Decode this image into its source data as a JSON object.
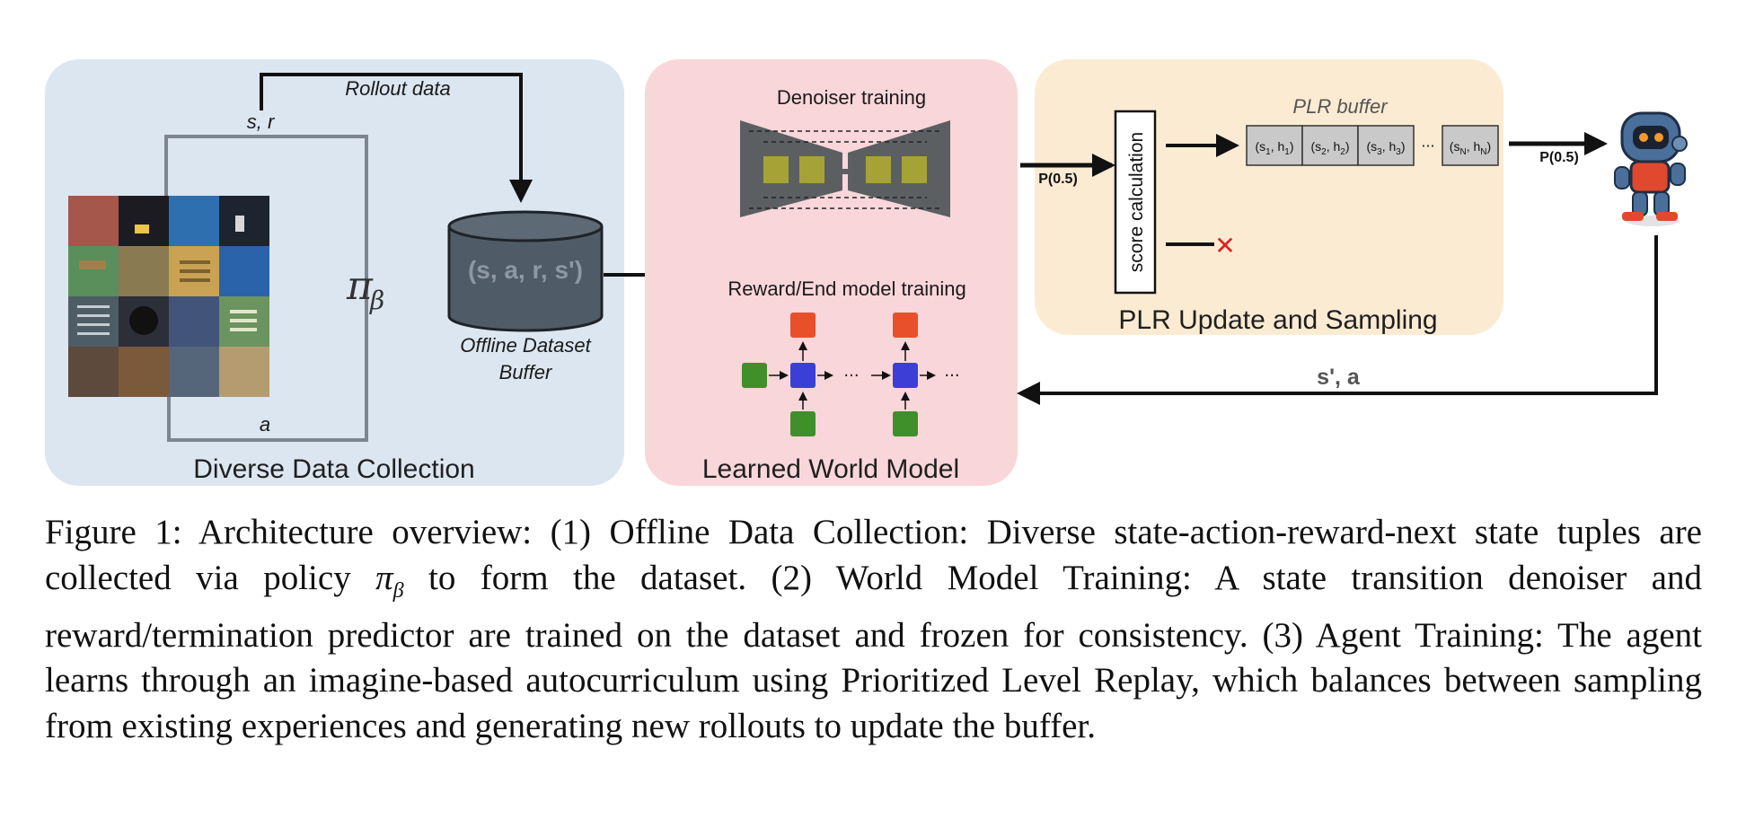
{
  "panels": {
    "collection": {
      "title": "Diverse Data Collection",
      "color": "#dbe6f1"
    },
    "world_model": {
      "title": "Learned World Model",
      "color": "#f9d6d9"
    },
    "plr": {
      "title": "PLR Update and Sampling",
      "color": "#fcebd3"
    }
  },
  "collection": {
    "rollout_label": "Rollout data",
    "sr_label": "s, r",
    "policy_symbol": "π",
    "policy_subscript": "β",
    "action_label": "a"
  },
  "dataset": {
    "tuple": "(s, a, r, s')",
    "caption_line1": "Offline Dataset",
    "caption_line2": "Buffer"
  },
  "world_model": {
    "denoiser_title": "Denoiser training",
    "reward_title": "Reward/End model training",
    "ellipsis": "···"
  },
  "plr": {
    "buffer_title": "PLR buffer",
    "score_label": "score calculation",
    "p_in": "P(0.5)",
    "p_out": "P(0.5)",
    "reject_mark": "✕",
    "buffer_cells": [
      {
        "s": "s",
        "si": "1",
        "h": "h",
        "hi": "1"
      },
      {
        "s": "s",
        "si": "2",
        "h": "h",
        "hi": "2"
      },
      {
        "s": "s",
        "si": "3",
        "h": "h",
        "hi": "3"
      },
      {
        "s": "s",
        "si": "N",
        "h": "h",
        "hi": "N"
      }
    ],
    "buffer_ellipsis": "···"
  },
  "feedback_label": "s', a",
  "colors": {
    "box_gray": "#c9c9c9",
    "cylinder": "#4f5b67",
    "denoiser": "#5c5f62",
    "denoiser_block": "#a5a335",
    "node_red": "#e8502b",
    "node_blue": "#3b3fd6",
    "node_green": "#3f8f2a",
    "reject_red": "#e02020"
  },
  "caption": {
    "part1": "Figure 1: Architecture overview: (1) Offline Data Collection: Diverse state-action-reward-next state tuples are collected via policy ",
    "pi": "π",
    "beta": "β",
    "part2": " to form the dataset. (2) World Model Training: A state transition denoiser and reward/termination predictor are trained on the dataset and frozen for consistency. (3) Agent Training: The agent learns through an imagine-based autocurriculum using Prioritized Level Replay, which balances between sampling from existing experiences and generating new rollouts to update the buffer."
  }
}
